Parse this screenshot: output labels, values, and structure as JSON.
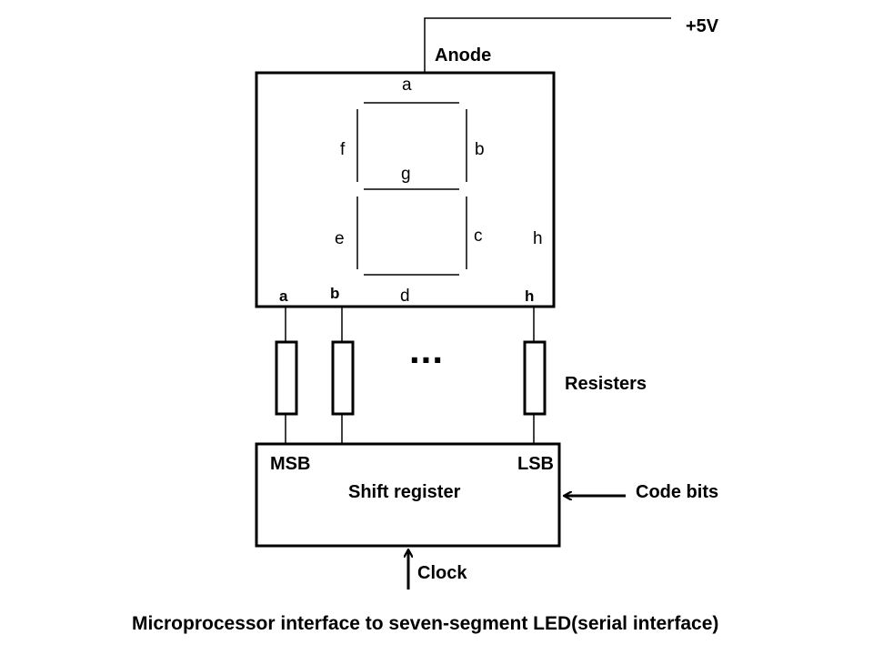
{
  "supply": {
    "voltage": "+5V",
    "anode": "Anode"
  },
  "display": {
    "segments": {
      "a": "a",
      "b": "b",
      "c": "c",
      "d": "d",
      "e": "e",
      "f": "f",
      "g": "g",
      "h": "h"
    },
    "pins": {
      "a": "a",
      "b": "b",
      "h": "h"
    }
  },
  "resistors": {
    "label": "Resisters",
    "ellipsis": "..."
  },
  "shift_register": {
    "title": "Shift register",
    "msb": "MSB",
    "lsb": "LSB"
  },
  "inputs": {
    "code_bits": "Code bits",
    "clock": "Clock"
  },
  "caption": "Microprocessor interface to seven-segment LED(serial interface)"
}
